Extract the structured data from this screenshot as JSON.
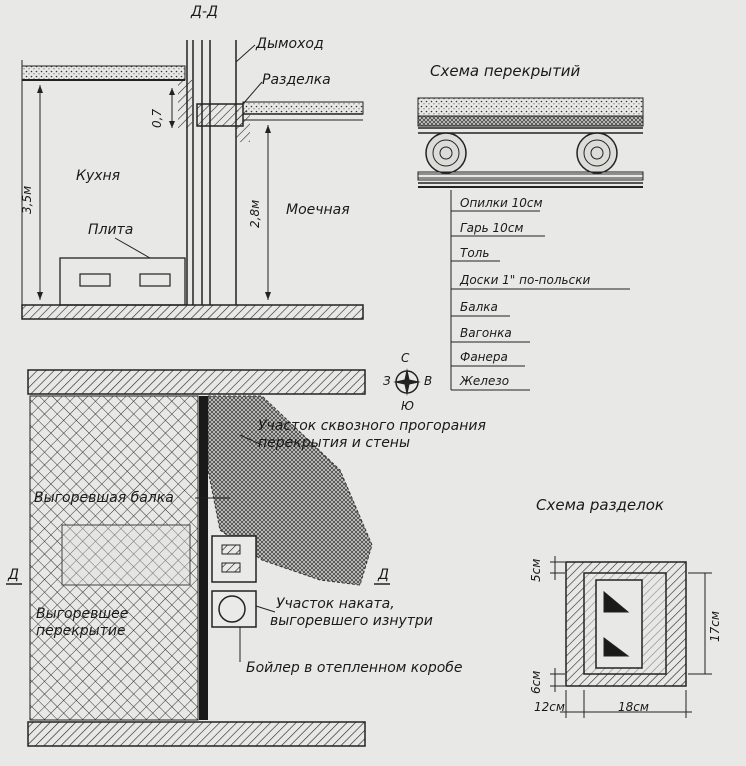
{
  "section": {
    "label": "Д-Д",
    "chimney": "Дымоход",
    "firebreak": "Разделка",
    "kitchen": "Кухня",
    "stove": "Плита",
    "washroom": "Моечная",
    "dim_0_7": "0,7",
    "dim_3_5": "3,5м",
    "dim_2_8": "2,8м"
  },
  "floor_scheme": {
    "title": "Схема перекрытий",
    "layers": [
      "Опилки 10см",
      "Гарь 10см",
      "Толь",
      "Доски 1\" по-польски",
      "Балка",
      "Вагонка",
      "Фанера",
      "Железо"
    ]
  },
  "plan": {
    "compass": {
      "n": "С",
      "s": "Ю",
      "w": "З",
      "e": "В"
    },
    "burnthrough": "Участок сквозного прогорания перекрытия и стены",
    "burnt_beam": "Выгоревшая балка",
    "burnt_floor_line1": "Выгоревшее",
    "burnt_floor_line2": "перекрытие",
    "burnt_roll_line1": "Участок наката,",
    "burnt_roll_line2": "выгоревшего изнутри",
    "boiler": "Бойлер в отепленном коробе",
    "section_mark": "Д"
  },
  "firebreak_scheme": {
    "title": "Схема разделок",
    "dim_5": "5см",
    "dim_6": "6см",
    "dim_12": "12см",
    "dim_18": "18см",
    "dim_17": "17см"
  }
}
